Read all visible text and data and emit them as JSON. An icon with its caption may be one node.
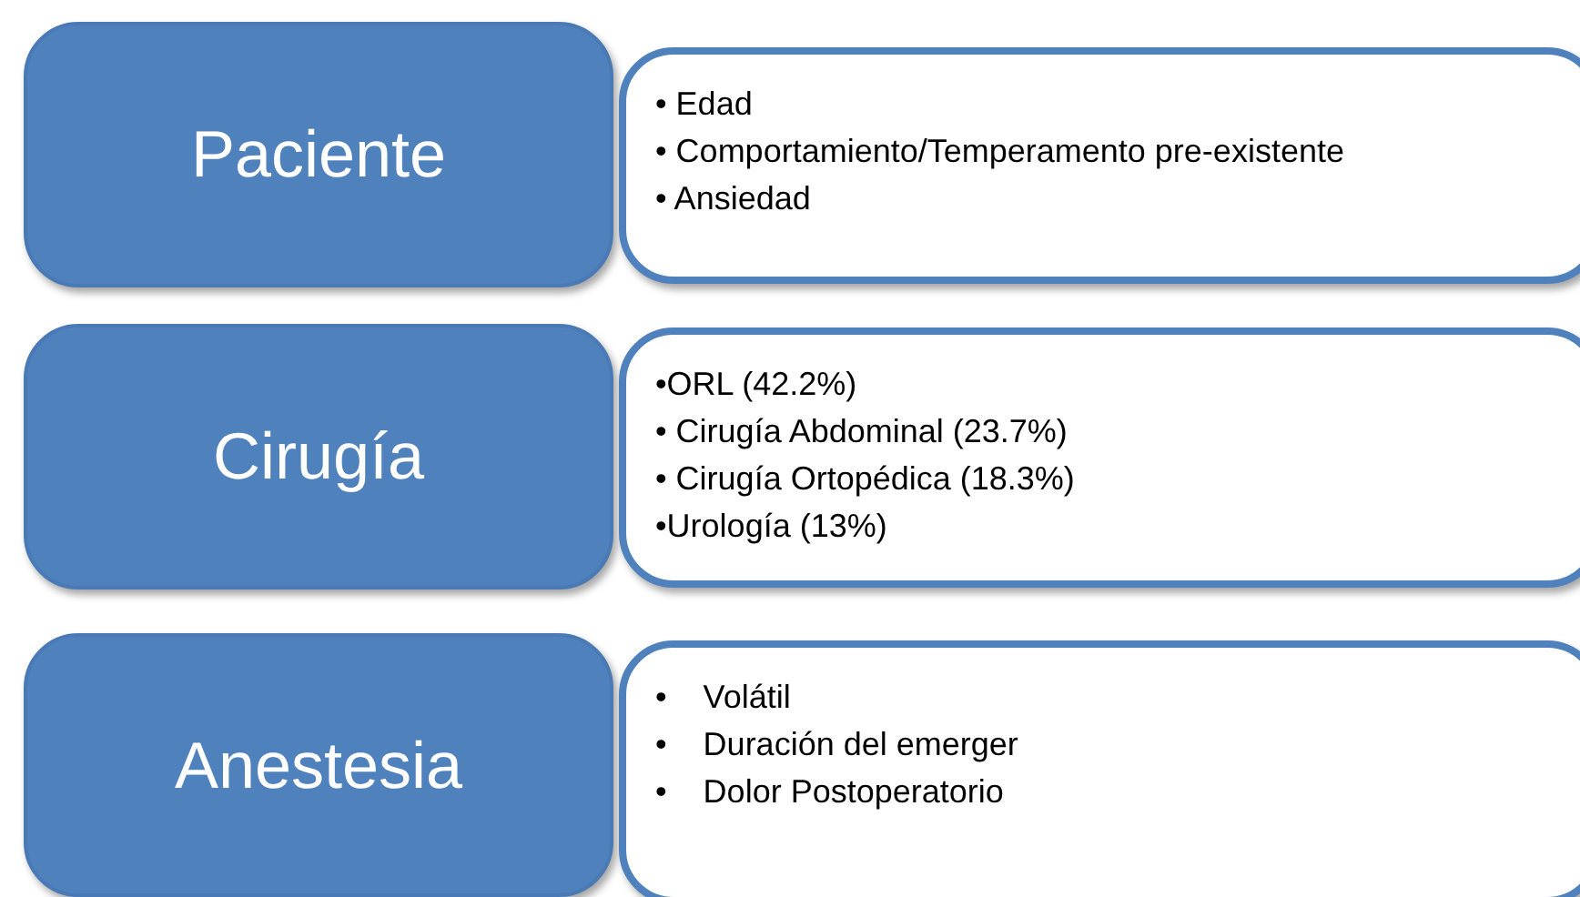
{
  "diagram": {
    "nodes": [
      {
        "text": [
          "Paciente"
        ]
      },
      {
        "text": [
          "• Edad",
          "• Comportamiento/Temperamento pre-existente",
          "• Ansiedad"
        ]
      },
      {
        "text": [
          "Cirugía"
        ]
      },
      {
        "text": [
          "•ORL (42.2%)",
          "• Cirugía Abdominal (23.7%)",
          "• Cirugía Ortopédica (18.3%)",
          "•Urología (13%)"
        ]
      },
      {
        "text": [
          "Anestesia"
        ]
      },
      {
        "text": [
          "•    Volátil",
          "•    Duración del emerger",
          "•    Dolor Postoperatorio"
        ]
      }
    ]
  }
}
